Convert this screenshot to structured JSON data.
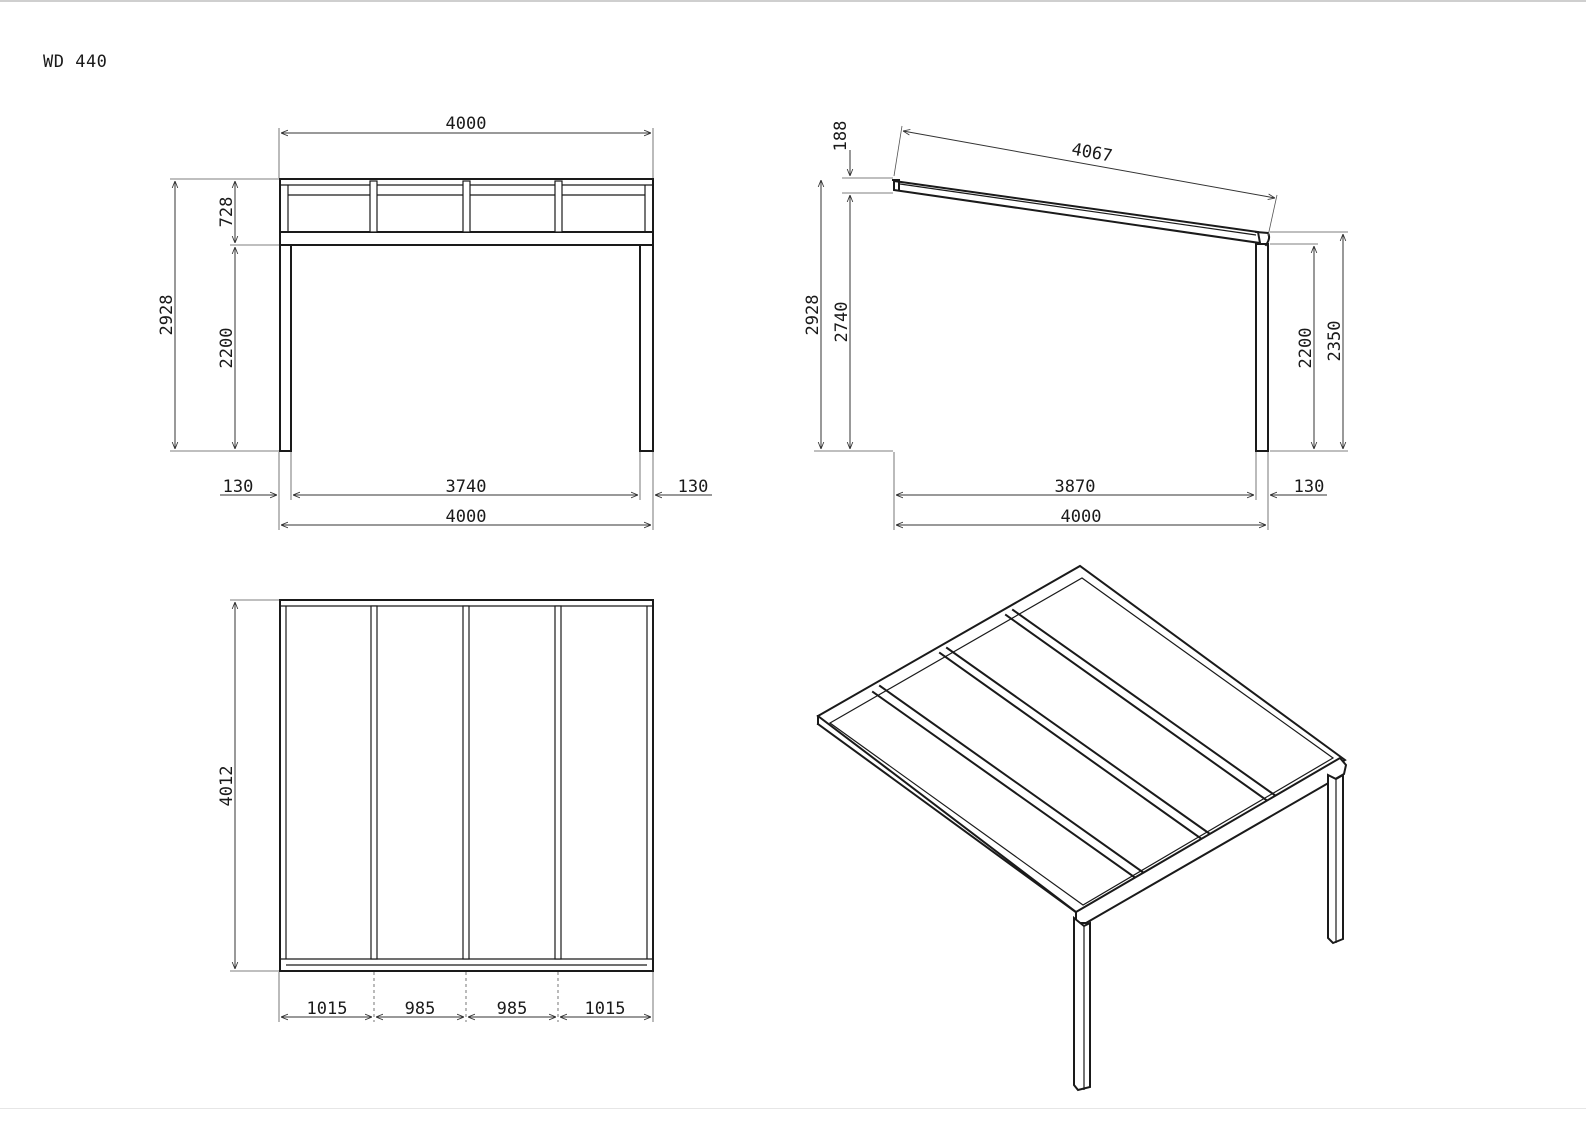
{
  "model": "WD 440",
  "front_view": {
    "top_width": "4000",
    "overall_height": "2928",
    "roof_height": "728",
    "clear_height": "2200",
    "left_post": "130",
    "inner_span": "3740",
    "right_post": "130",
    "bottom_width": "4000"
  },
  "side_view": {
    "fall": "188",
    "roof_length": "4067",
    "overall_height": "2928",
    "wall_height": "2740",
    "clear_height": "2200",
    "front_height": "2350",
    "projection": "3870",
    "post": "130",
    "bottom_width": "4000"
  },
  "plan_view": {
    "depth": "4012",
    "bays": [
      "1015",
      "985",
      "985",
      "1015"
    ]
  }
}
